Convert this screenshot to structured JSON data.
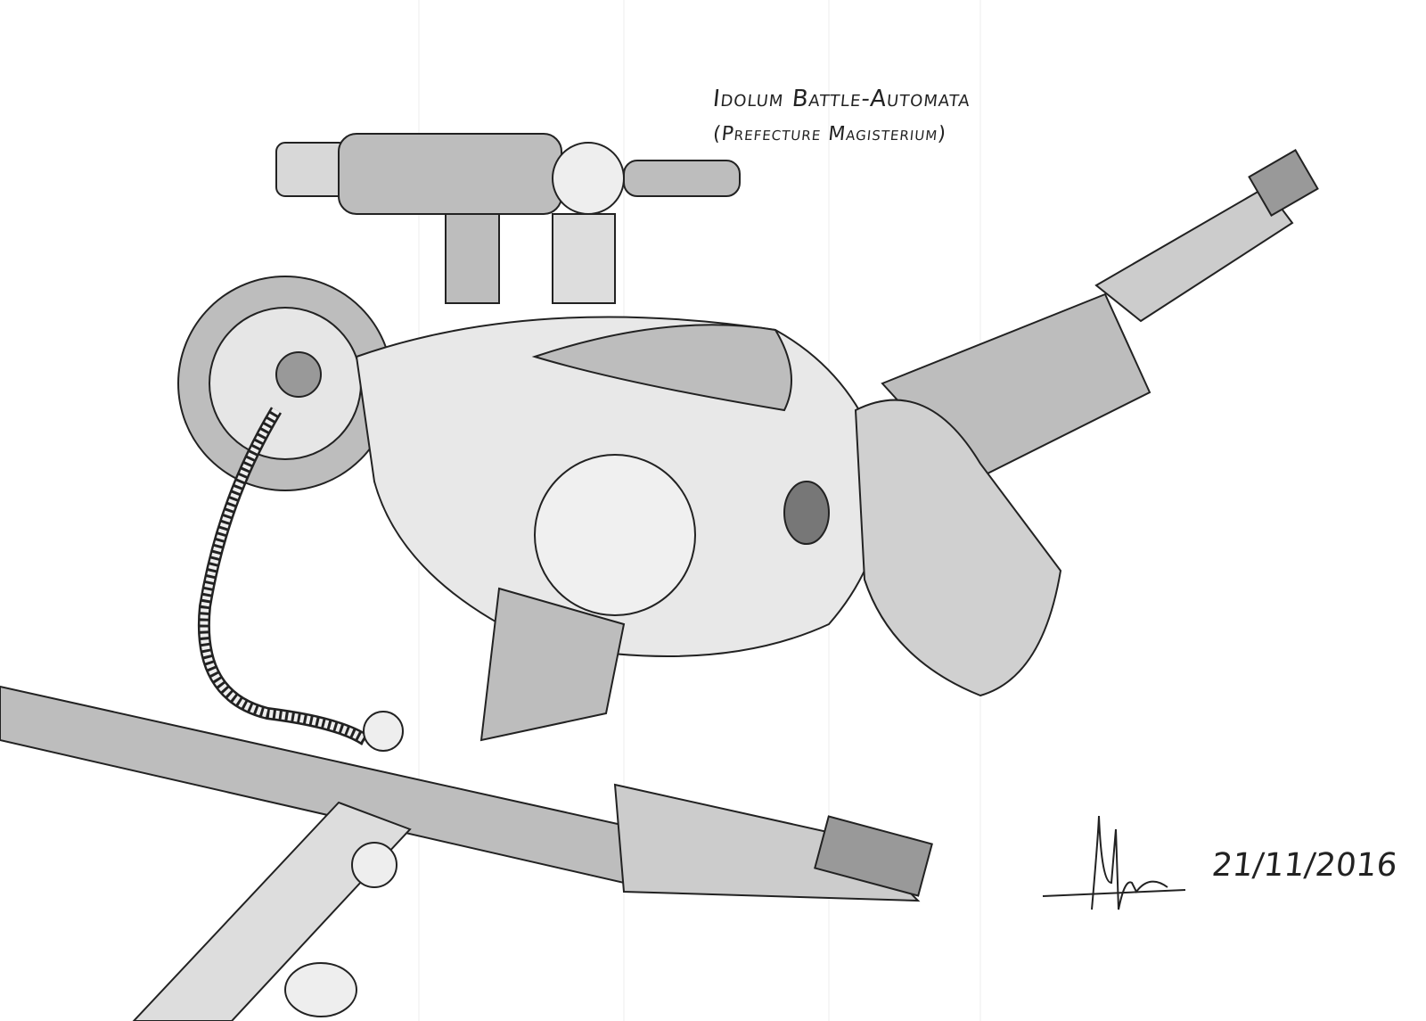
{
  "drawing": {
    "title": "Idolum Battle-Automata",
    "subtitle": "(Prefecture Magisterium)",
    "date": "21/11/2016",
    "signature": "artist signature"
  },
  "colors": {
    "paper": "#ffffff",
    "ink": "#222222",
    "shade": "#bdbdbd",
    "light_shade": "#d8d8d8"
  }
}
